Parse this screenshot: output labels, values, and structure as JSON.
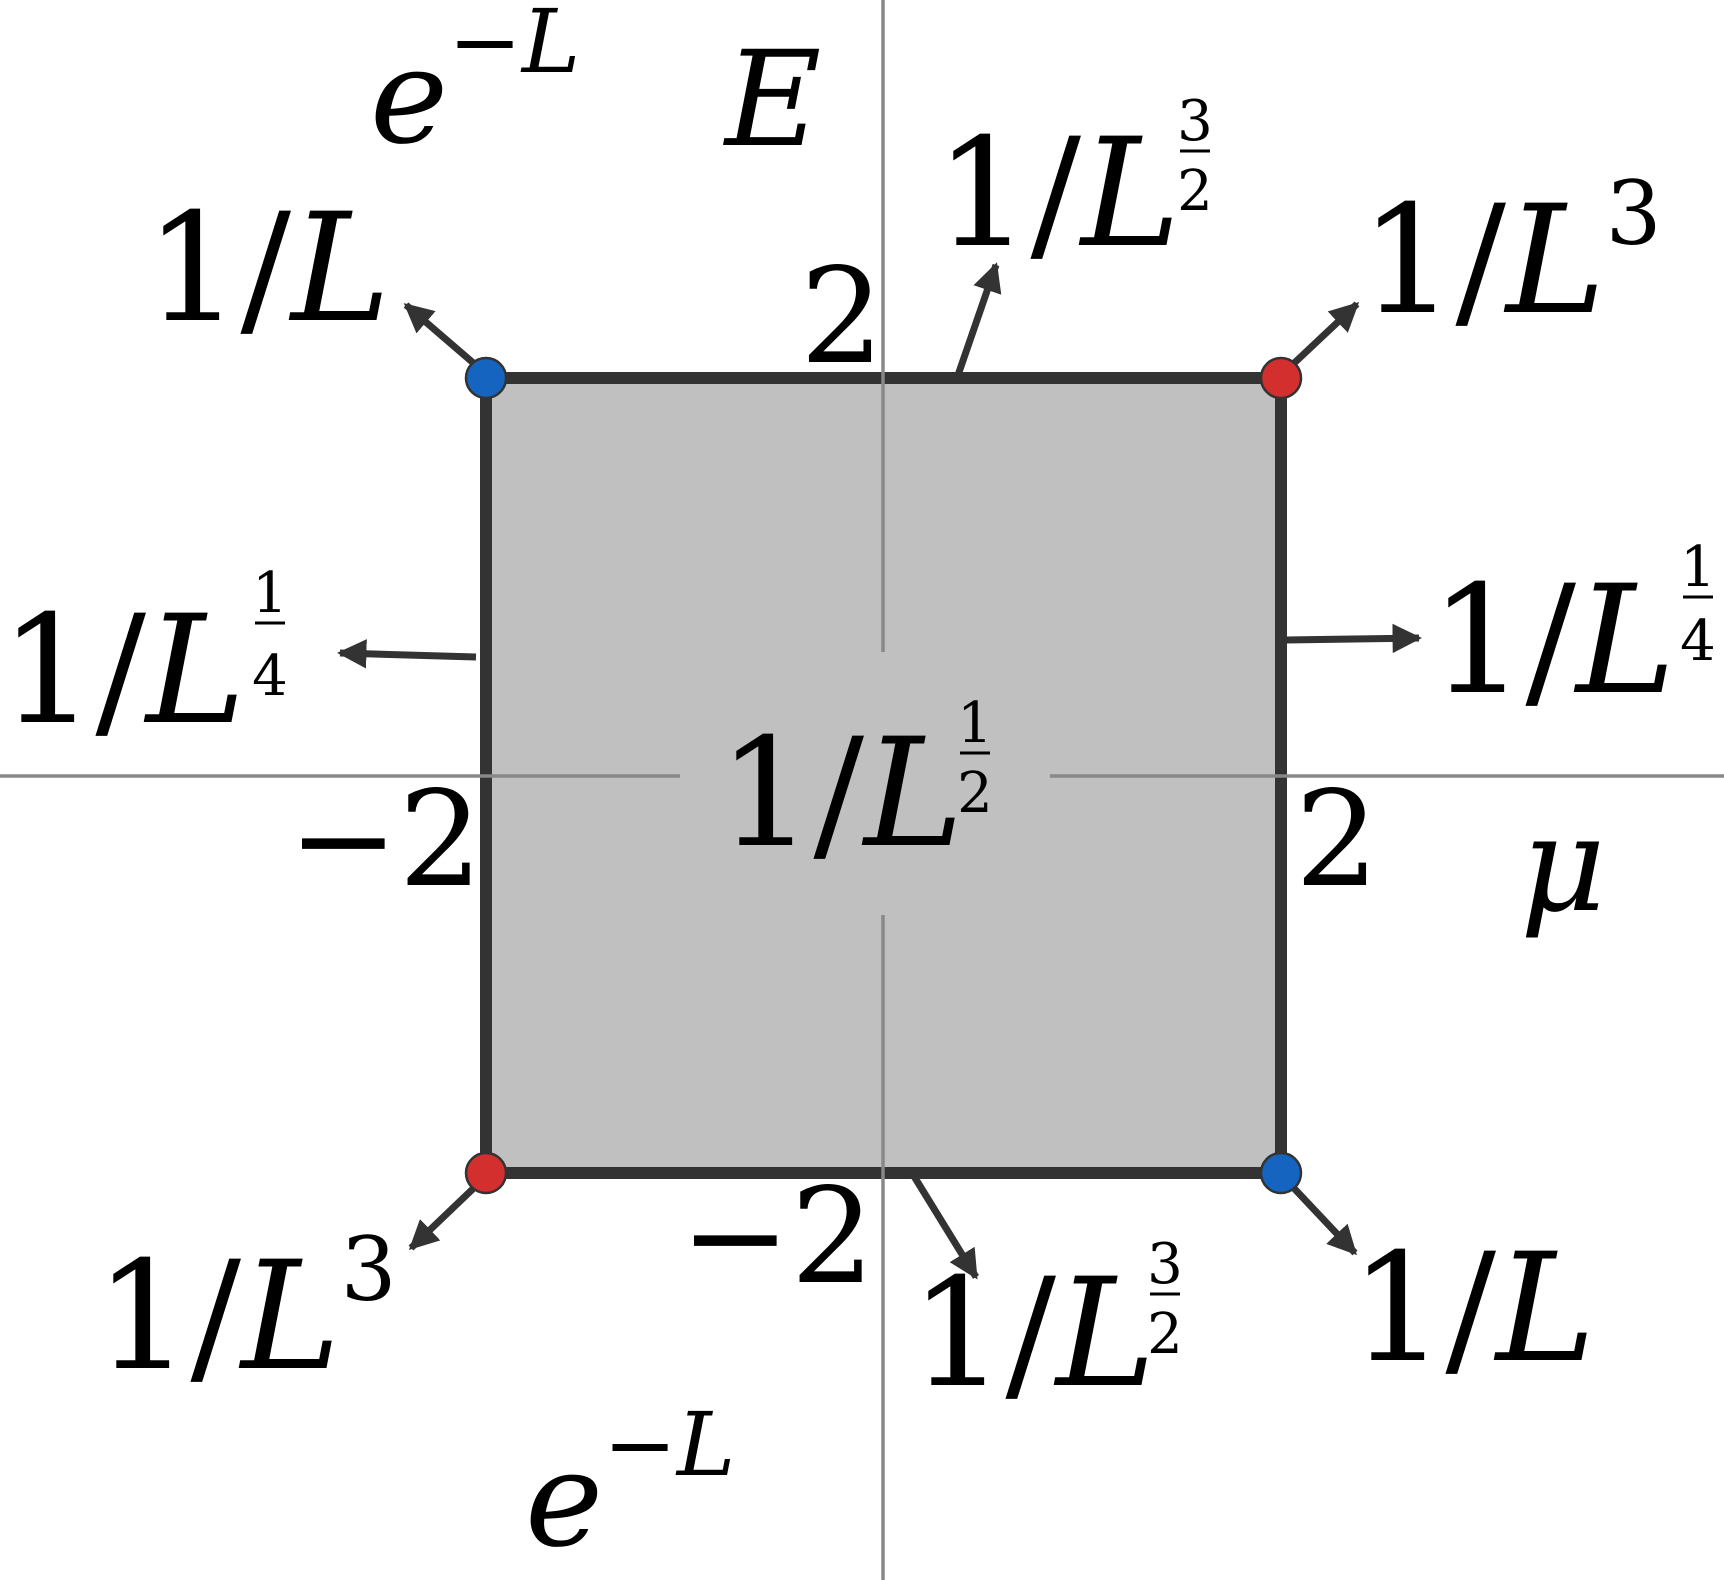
{
  "axes": {
    "horizontal_label": "μ",
    "vertical_label": "E"
  },
  "ticks": {
    "top": "2",
    "bottom": "−2",
    "left": "−2",
    "right": "2"
  },
  "region": {
    "center_label": {
      "base": "1/",
      "var": "L",
      "exp_num": "1",
      "exp_den": "2"
    }
  },
  "exp_labels": {
    "top": {
      "base": "e",
      "exp_sign": "−",
      "exp_var": "L"
    },
    "bottom": {
      "base": "e",
      "exp_sign": "−",
      "exp_var": "L"
    }
  },
  "arrow_labels": {
    "top_left": {
      "base": "1/",
      "var": "L"
    },
    "top_edge": {
      "base": "1/",
      "var": "L",
      "exp_num": "3",
      "exp_den": "2"
    },
    "top_right": {
      "base": "1/",
      "var": "L",
      "exp": "3"
    },
    "left_edge": {
      "base": "1/",
      "var": "L",
      "exp_num": "1",
      "exp_den": "4"
    },
    "right_edge": {
      "base": "1/",
      "var": "L",
      "exp_num": "1",
      "exp_den": "4"
    },
    "bottom_left": {
      "base": "1/",
      "var": "L",
      "exp": "3"
    },
    "bottom_edge": {
      "base": "1/",
      "var": "L",
      "exp_num": "3",
      "exp_den": "2"
    },
    "bottom_right": {
      "base": "1/",
      "var": "L"
    }
  },
  "colors": {
    "region_fill": "#c0c0c0",
    "region_border": "#333333",
    "axis": "#888888",
    "arrow": "#333333",
    "corner_blue": "#1565c0",
    "corner_red": "#d32f2f"
  }
}
